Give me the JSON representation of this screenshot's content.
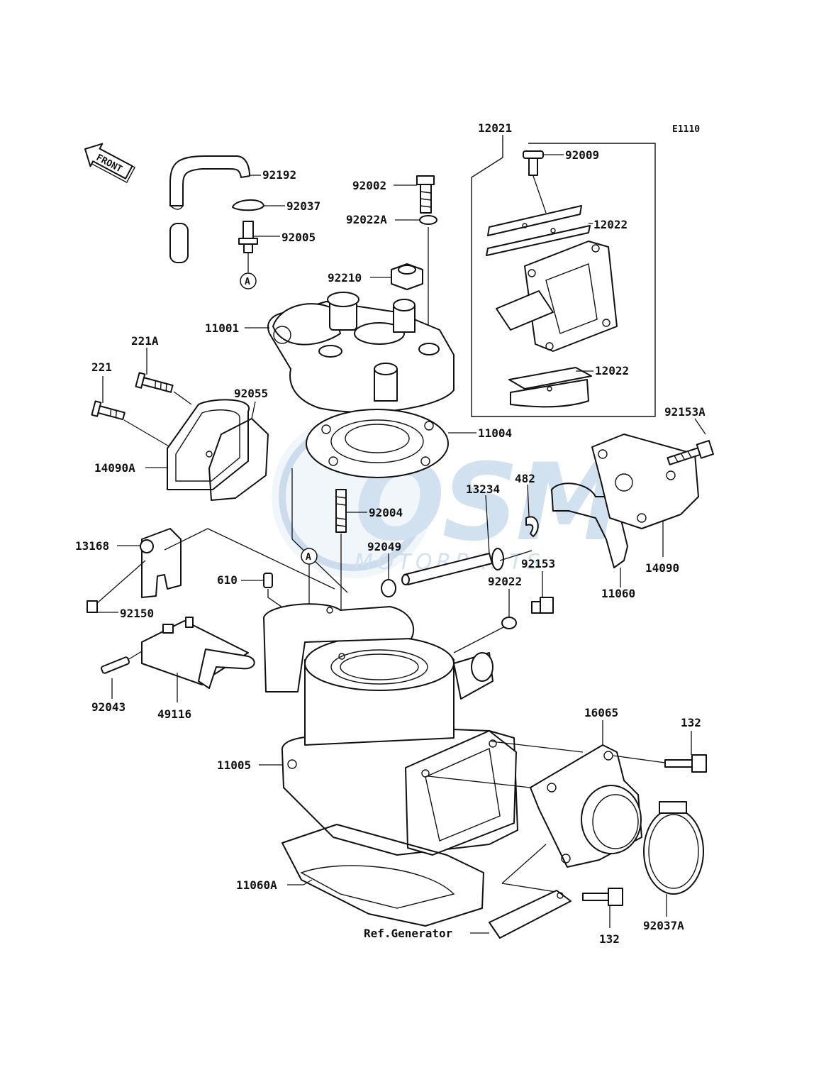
{
  "diagram": {
    "code": "E1110",
    "front_label": "FRONT",
    "reference_label": "Ref.Generator",
    "marker_letter": "A",
    "watermark": {
      "brand": "OSM",
      "subtitle": "MOTORPARTS"
    },
    "colors": {
      "line": "#111111",
      "watermark": "#dbe8f4",
      "background": "#ffffff"
    }
  },
  "callouts": {
    "p12021": "12021",
    "p92009": "92009",
    "p12022_top": "12022",
    "p12022_bottom": "12022",
    "p92192": "92192",
    "p92037": "92037",
    "p92005": "92005",
    "p92002": "92002",
    "p92022A": "92022A",
    "p92210": "92210",
    "p11001": "11001",
    "p221A": "221A",
    "p221": "221",
    "p92055": "92055",
    "p14090A": "14090A",
    "p11004": "11004",
    "p92153A": "92153A",
    "p13234": "13234",
    "p482": "482",
    "p92004": "92004",
    "p92049": "92049",
    "p13168": "13168",
    "p92153": "92153",
    "p14090": "14090",
    "p610": "610",
    "p92022": "92022",
    "p11060": "11060",
    "p92150": "92150",
    "p92043": "92043",
    "p49116": "49116",
    "p16065": "16065",
    "p132_top": "132",
    "p11005": "11005",
    "p11060A": "11060A",
    "p132_bottom": "132",
    "p92037A": "92037A"
  }
}
